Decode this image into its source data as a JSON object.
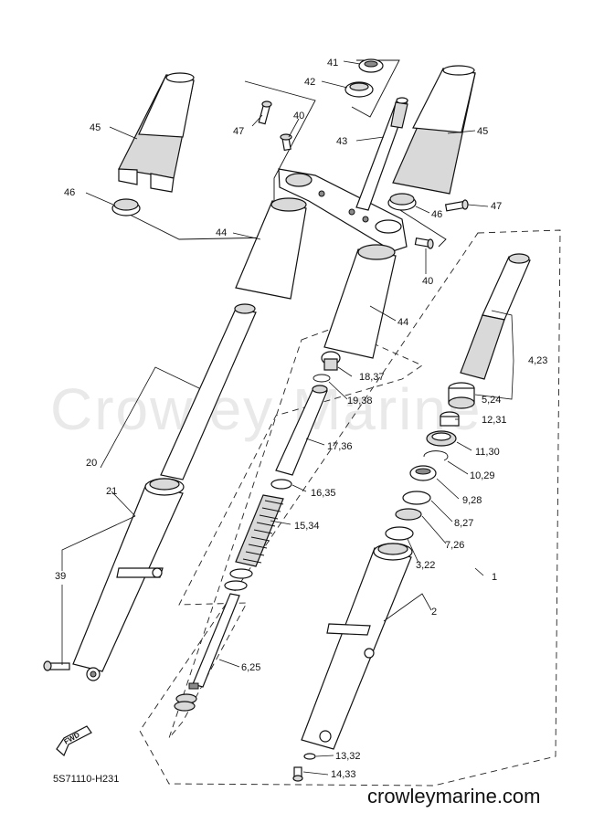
{
  "watermark": "Crowley Marine",
  "site": "crowleymarine.com",
  "diagram_code": "5S71110-H231",
  "fwd_label": "FWD",
  "callouts": [
    {
      "id": "c41",
      "text": "41"
    },
    {
      "id": "c42",
      "text": "42"
    },
    {
      "id": "c47a",
      "text": "47"
    },
    {
      "id": "c40a",
      "text": "40"
    },
    {
      "id": "c43",
      "text": "43"
    },
    {
      "id": "c45a",
      "text": "45"
    },
    {
      "id": "c45b",
      "text": "45"
    },
    {
      "id": "c46a",
      "text": "46"
    },
    {
      "id": "c46b",
      "text": "46"
    },
    {
      "id": "c47b",
      "text": "47"
    },
    {
      "id": "c44a",
      "text": "44"
    },
    {
      "id": "c40b",
      "text": "40"
    },
    {
      "id": "c44b",
      "text": "44"
    },
    {
      "id": "c4_23",
      "text": "4,23"
    },
    {
      "id": "c18_37",
      "text": "18,37"
    },
    {
      "id": "c19_38",
      "text": "19,38"
    },
    {
      "id": "c5_24",
      "text": "5,24"
    },
    {
      "id": "c12_31",
      "text": "12,31"
    },
    {
      "id": "c17_36",
      "text": "17,36"
    },
    {
      "id": "c11_30",
      "text": "11,30"
    },
    {
      "id": "c20",
      "text": "20"
    },
    {
      "id": "c10_29",
      "text": "10,29"
    },
    {
      "id": "c21",
      "text": "21"
    },
    {
      "id": "c16_35",
      "text": "16,35"
    },
    {
      "id": "c9_28",
      "text": "9,28"
    },
    {
      "id": "c15_34",
      "text": "15,34"
    },
    {
      "id": "c8_27",
      "text": "8,27"
    },
    {
      "id": "c7_26",
      "text": "7,26"
    },
    {
      "id": "c3_22",
      "text": "3,22"
    },
    {
      "id": "c39",
      "text": "39"
    },
    {
      "id": "c1",
      "text": "1"
    },
    {
      "id": "c2",
      "text": "2"
    },
    {
      "id": "c6_25",
      "text": "6,25"
    },
    {
      "id": "c13_32",
      "text": "13,32"
    },
    {
      "id": "c14_33",
      "text": "14,33"
    }
  ]
}
